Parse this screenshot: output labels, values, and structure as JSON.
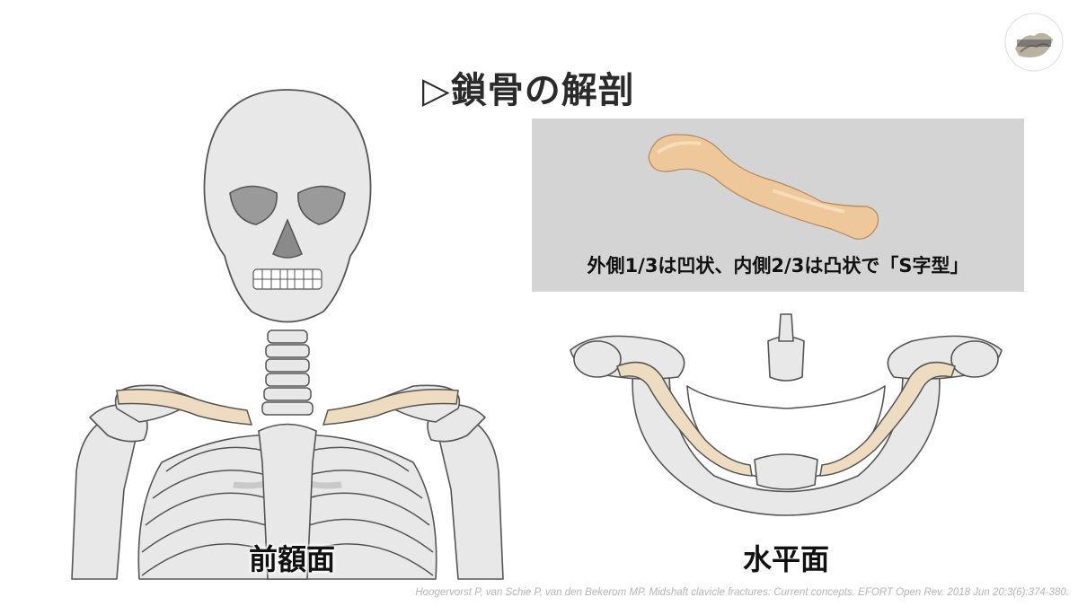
{
  "slide": {
    "title": "▷鎖骨の解剖",
    "caption": "外側1/3は凹状、内側2/3は凸状で「S字型」",
    "front_view_label": "前額面",
    "horizontal_view_label": "水平面",
    "citation": "Hoogervorst P, van Schie P, van den Bekerom MP. Midshaft clavicle fractures: Current concepts. EFORT Open Rev. 2018 Jun 20;3(6):374-380."
  },
  "colors": {
    "clavicle_highlight": "#eedcc0",
    "clavicle_3d": "#eec79a",
    "bone": "#e8e8e8",
    "outline": "#555555",
    "panel": "#d4d4d4"
  }
}
